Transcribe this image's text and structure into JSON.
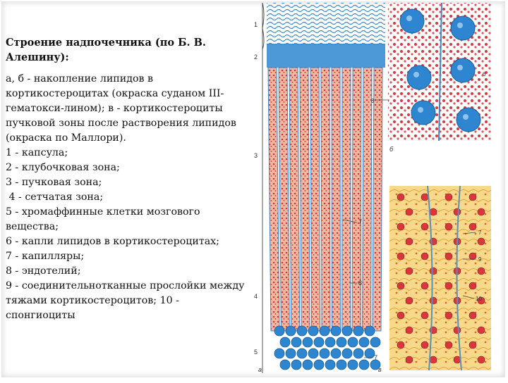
{
  "slide": {
    "title": "Строение надпочечника (по Б. В. Алешину):",
    "body_lines": [
      "а, б - накопление липидов в кортикостероцитах (окраска суданом III-гематокси-лином); в - кортикостероциты пучковой зоны после растворения липидов (окраска по Маллори).",
      "1 - капсула;",
      "2 - клубочковая зона;",
      "3 - пучковая зона;",
      " 4 - сетчатая зона;",
      "5 - хромаффинные клетки мозгового вещества;",
      "6 - капли липидов в кортикостероцитах;",
      "7 - капилляры;",
      "8 - эндотелий;",
      "9 - соединительнотканные прослойки между тяжами кортикостероцитов; 10 - спонгиоциты"
    ]
  },
  "figure": {
    "zone_labels": [
      "1",
      "2",
      "3",
      "4",
      "5"
    ],
    "part_labels": [
      "а",
      "б",
      "в"
    ],
    "callouts_left": [
      "7",
      "8",
      "7"
    ],
    "callouts_b": [
      "6",
      "8"
    ],
    "callouts_c": [
      "7",
      "9",
      "10"
    ],
    "colors": {
      "capsule": "#3a86c6",
      "cells_blue": "#2e86d0",
      "lipid_red": "#d9363e",
      "paper": "#ffffff",
      "panel_b_bg": "#e8f2fa",
      "panel_c_bg": "#f3d27a",
      "panel_c_cells": "#e8a33c"
    }
  }
}
